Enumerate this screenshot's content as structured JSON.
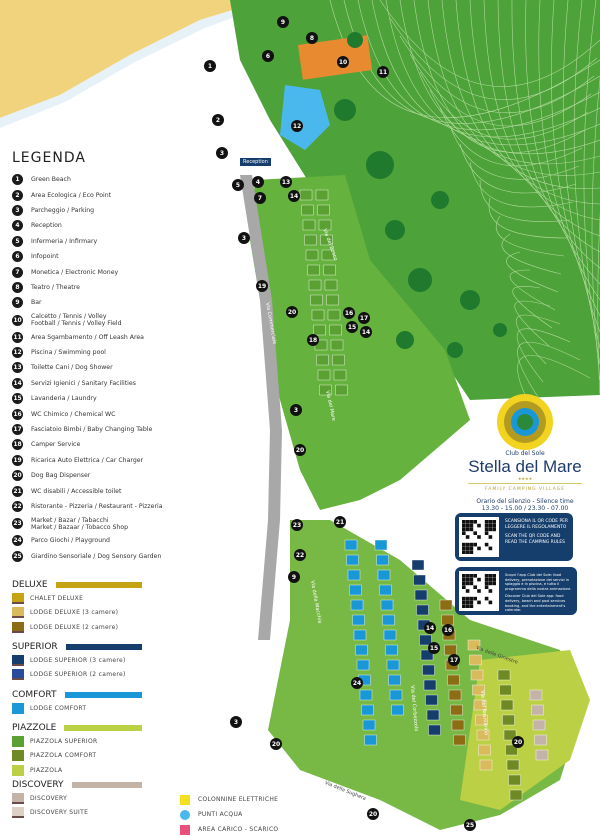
{
  "legend": {
    "title": "LEGENDA",
    "items": [
      {
        "n": "1",
        "label": "Green Beach"
      },
      {
        "n": "2",
        "label": "Area Ecologica / Eco Point"
      },
      {
        "n": "3",
        "label": "Parcheggio / Parking"
      },
      {
        "n": "4",
        "label": "Reception"
      },
      {
        "n": "5",
        "label": "Infermeria / Infirmary"
      },
      {
        "n": "6",
        "label": "Infopoint"
      },
      {
        "n": "7",
        "label": "Monetica / Electronic Money"
      },
      {
        "n": "8",
        "label": "Teatro / Theatre"
      },
      {
        "n": "9",
        "label": "Bar"
      },
      {
        "n": "10",
        "label": "Calcetto / Tennis / Volley",
        "label2": "Football / Tennis / Volley Field"
      },
      {
        "n": "11",
        "label": "Area Sgambamento / Off Leash Area"
      },
      {
        "n": "12",
        "label": "Piscina / Swimming pool"
      },
      {
        "n": "13",
        "label": "Toilette Cani / Dog Shower"
      },
      {
        "n": "14",
        "label": "Servizi Igienici / Sanitary Facilities"
      },
      {
        "n": "15",
        "label": "Lavanderia / Laundry"
      },
      {
        "n": "16",
        "label": "WC Chimico / Chemical WC"
      },
      {
        "n": "17",
        "label": "Fasciatoio Bimbi / Baby Changing Table"
      },
      {
        "n": "18",
        "label": "Camper Service"
      },
      {
        "n": "19",
        "label": "Ricarica Auto Elettrica / Car Charger"
      },
      {
        "n": "20",
        "label": "Dog Bag Dispenser"
      },
      {
        "n": "21",
        "label": "WC disabili / Accessible toilet"
      },
      {
        "n": "22",
        "label": "Ristorante - Pizzeria / Restaurant - Pizzeria"
      },
      {
        "n": "23",
        "label": "Market / Bazar / Tabacchi",
        "label2": "Market / Bazaar / Tobacco Shop"
      },
      {
        "n": "24",
        "label": "Parco Giochi / Playground"
      },
      {
        "n": "25",
        "label": "Giardino Sensoriale / Dog Sensory Garden"
      }
    ]
  },
  "categories": [
    {
      "title": "DELUXE",
      "color": "#c4a414",
      "items": [
        {
          "label": "CHALET DELUXE",
          "color": "#c4a414"
        },
        {
          "label": "LODGE DELUXE (3 camere)",
          "color": "#d9bb5e"
        },
        {
          "label": "LODGE DELUXE (2 camere)",
          "color": "#8c6d14"
        }
      ]
    },
    {
      "title": "SUPERIOR",
      "color": "#163e6c",
      "items": [
        {
          "label": "LODGE SUPERIOR (3 camere)",
          "color": "#163e6c"
        },
        {
          "label": "LODGE SUPERIOR (2 camere)",
          "color": "#2a4a9c"
        }
      ]
    },
    {
      "title": "COMFORT",
      "color": "#1a97d6",
      "items": [
        {
          "label": "LODGE COMFORT",
          "color": "#1a97d6"
        }
      ]
    },
    {
      "title": "PIAZZOLE",
      "color": "#bcd045",
      "items": [
        {
          "label": "PIAZZOLA SUPERIOR",
          "color": "#5aa032"
        },
        {
          "label": "PIAZZOLA COMFORT",
          "color": "#6f8a24"
        },
        {
          "label": "PIAZZOLA",
          "color": "#bcd045"
        }
      ]
    },
    {
      "title": "DISCOVERY",
      "color": "#c4b4a8",
      "items": [
        {
          "label": "DISCOVERY",
          "color": "#c4b4a8"
        },
        {
          "label": "DISCOVERY SUITE",
          "color": "#ddd0c4"
        }
      ]
    }
  ],
  "utilities": [
    {
      "label": "COLONNINE ELETTRICHE",
      "color": "#f5e020",
      "shape": "square"
    },
    {
      "label": "PUNTI ACQUA",
      "color": "#4ab8ec",
      "shape": "circle"
    },
    {
      "label": "AREA CARICO - SCARICO",
      "color": "#e8507a",
      "shape": "square"
    }
  ],
  "brand": {
    "club": "Club del Sole",
    "name": "Stella del Mare",
    "stars": "★★★★",
    "tagline": "FAMILY CAMPING VILLAGE",
    "silence": "Orario del silenzio - Silence time",
    "silence_hours": "13.30 - 15.00 / 23.30 - 07.00"
  },
  "qr": [
    {
      "text": "SCANSIONA IL QR CODE PER LEGGERE IL REGOLAMENTO",
      "text2": "SCAN THE QR CODE AND READ THE CAMPING RULES"
    },
    {
      "text": "Scopri l'app Club del Sole: food delivery, prenotazione dei servizi in spiaggia e in piscina, e tutto il programma della nostra animazione.",
      "text2": "Discover Club del Sole app: food delivery, beach and pool services booking, and the entertainment's calendar."
    }
  ],
  "map": {
    "reception_label": "Reception",
    "streets": [
      "Via del Bosco",
      "Via Commerciale",
      "Via del Mare",
      "Via della Macchia",
      "Via delle Ginestre",
      "Via della Sughera",
      "Via del Corbezzolo",
      "Via del Rosmarino"
    ],
    "markers": [
      "1",
      "2",
      "3",
      "4",
      "5",
      "7",
      "9",
      "6",
      "8",
      "10",
      "11",
      "12",
      "13",
      "14",
      "3",
      "19",
      "20",
      "16",
      "17",
      "15",
      "14",
      "18",
      "3",
      "20",
      "21",
      "23",
      "22",
      "9",
      "14",
      "16",
      "15",
      "17",
      "24",
      "20",
      "3",
      "20",
      "20",
      "25"
    ]
  }
}
